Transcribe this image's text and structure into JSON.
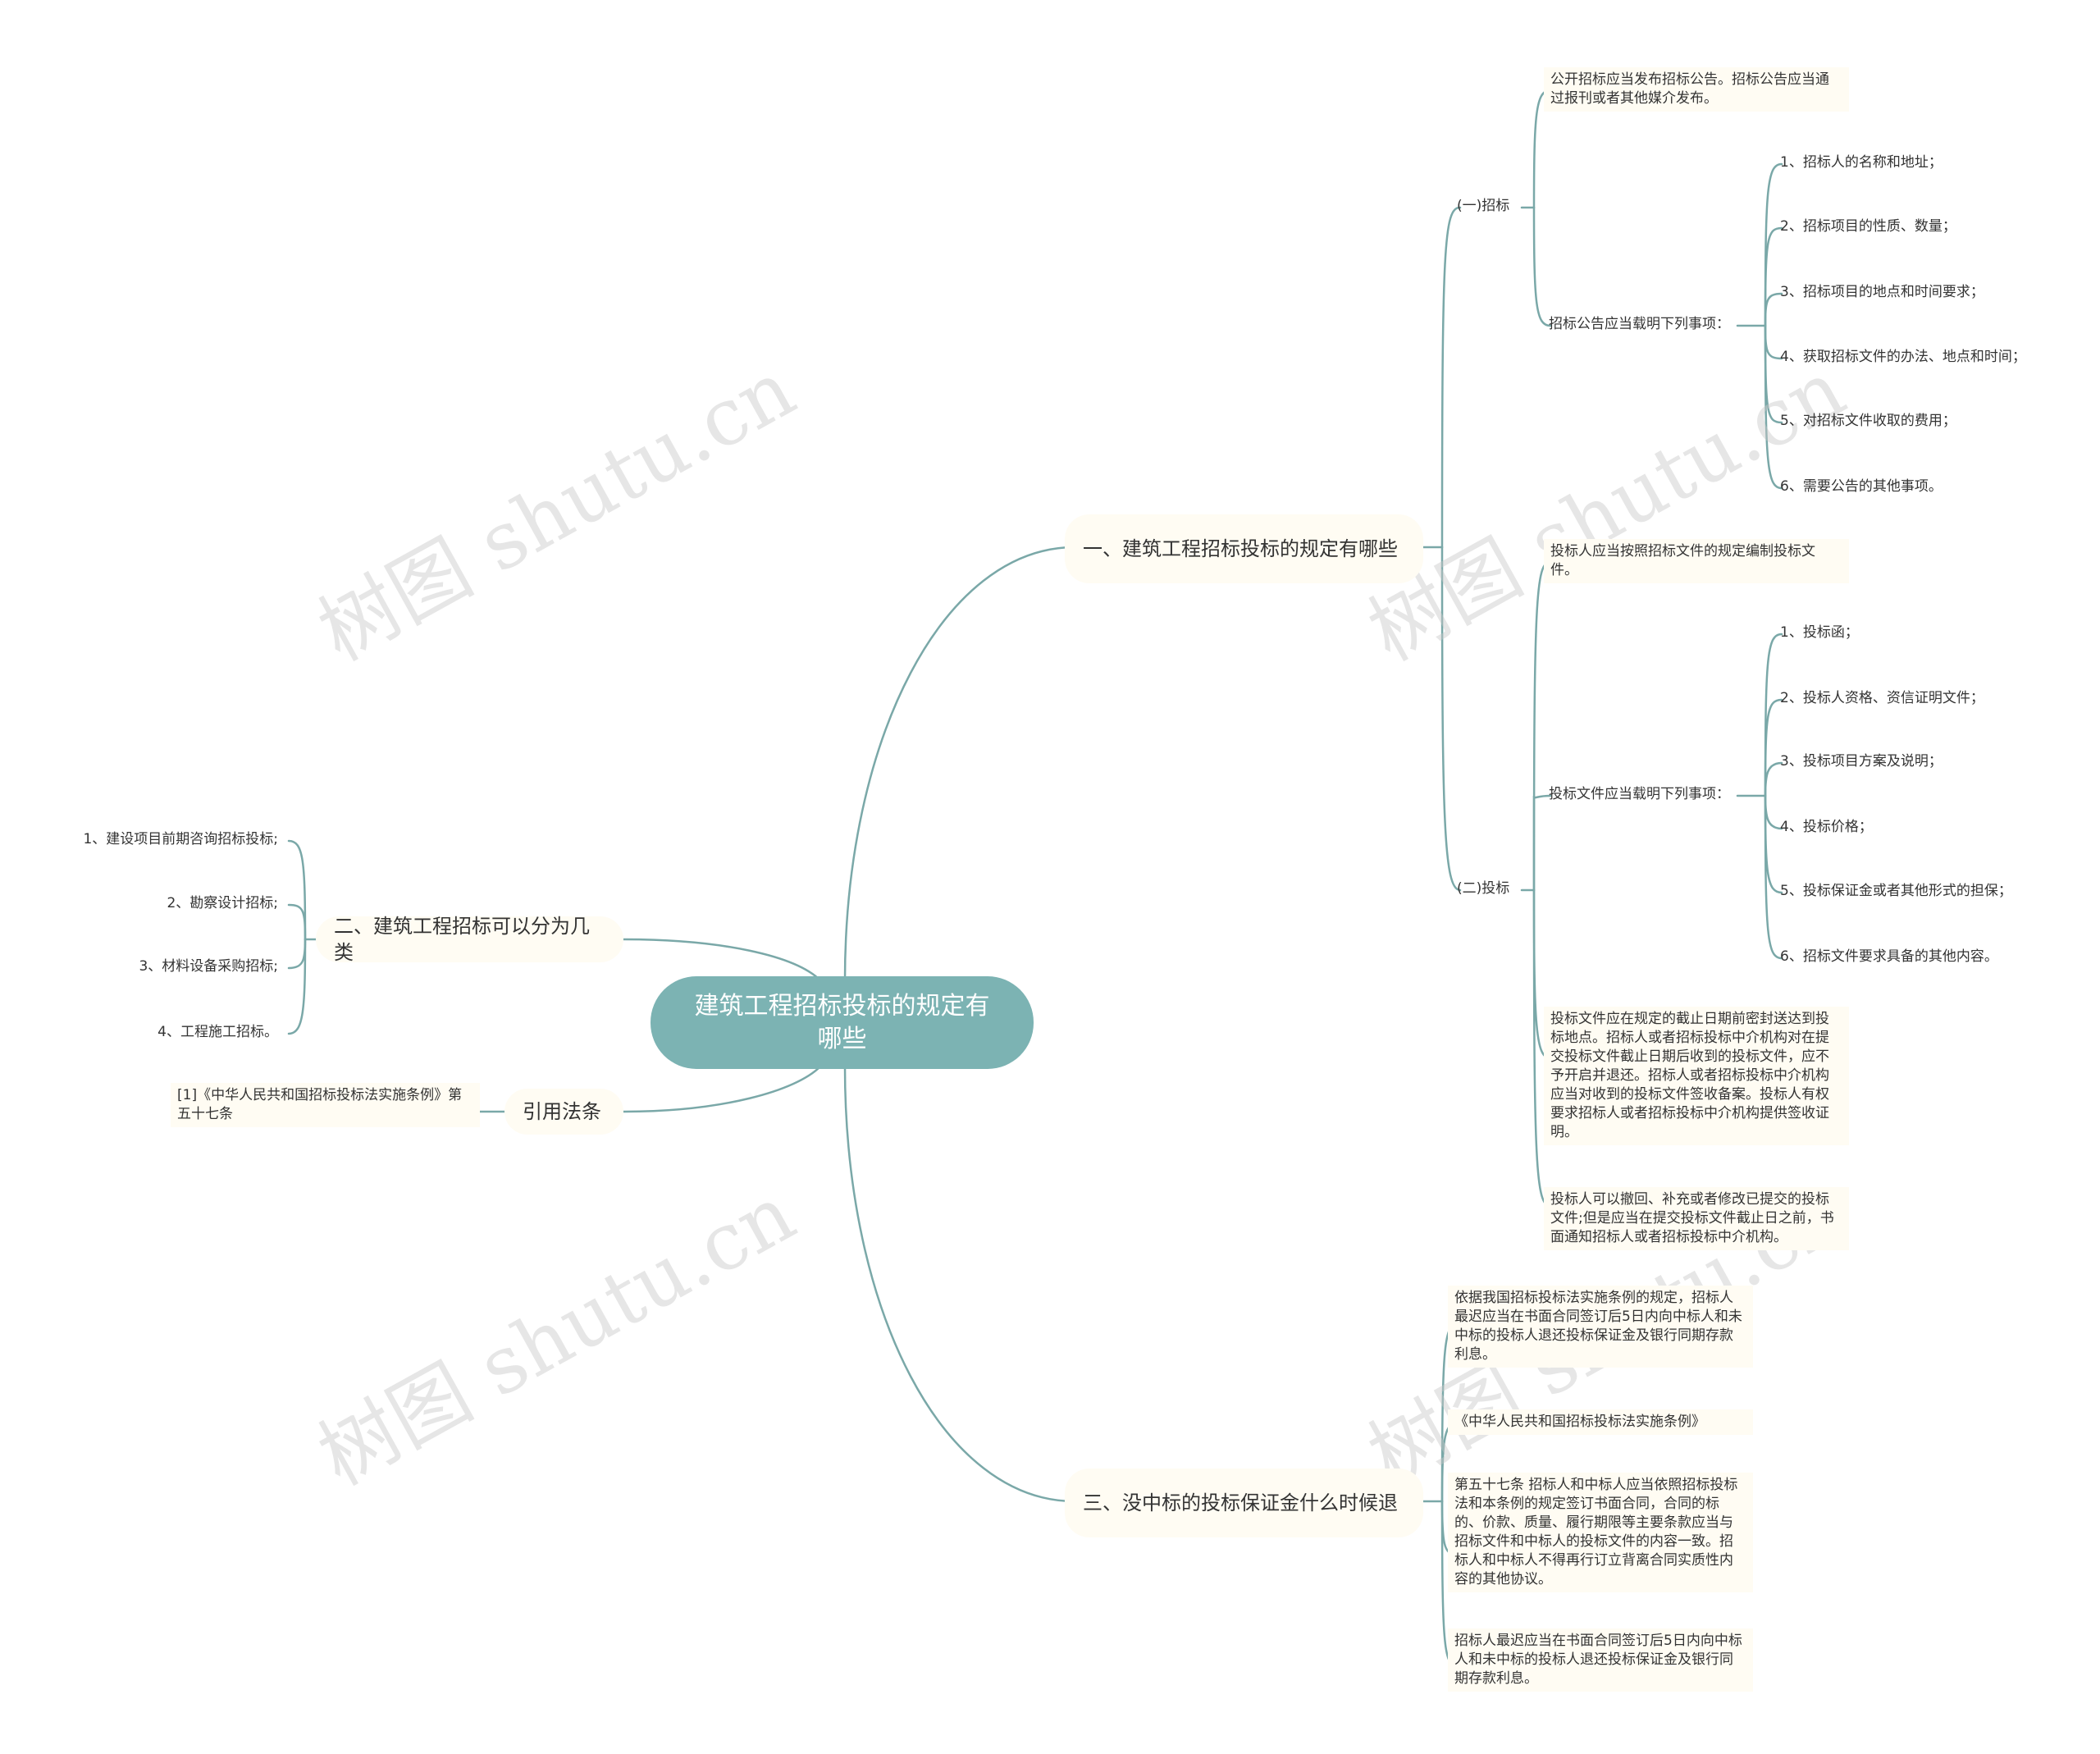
{
  "root": {
    "text": "建筑工程招标投标的规定有哪些"
  },
  "branch1": {
    "title": "一、建筑工程招标投标的规定有哪些",
    "zhaobiao": {
      "label": "(一)招标",
      "notice": "公开招标应当发布招标公告。招标公告应当通过报刊或者其他媒介发布。",
      "items_label": "招标公告应当载明下列事项：",
      "items": [
        "1、招标人的名称和地址；",
        "2、招标项目的性质、数量；",
        "3、招标项目的地点和时间要求；",
        "4、获取招标文件的办法、地点和时间；",
        "5、对招标文件收取的费用；",
        "6、需要公告的其他事项。"
      ]
    },
    "toubiao": {
      "label": "(二)投标",
      "prepare": "投标人应当按照招标文件的规定编制投标文件。",
      "items_label": "投标文件应当载明下列事项：",
      "items": [
        "1、投标函；",
        "2、投标人资格、资信证明文件；",
        "3、投标项目方案及说明；",
        "4、投标价格；",
        "5、投标保证金或者其他形式的担保；",
        "6、招标文件要求具备的其他内容。"
      ],
      "deadline": "投标文件应在规定的截止日期前密封送达到投标地点。招标人或者招标投标中介机构对在提交投标文件截止日期后收到的投标文件，应不予开启并退还。招标人或者招标投标中介机构应当对收到的投标文件签收备案。投标人有权要求招标人或者招标投标中介机构提供签收证明。",
      "withdraw": "投标人可以撤回、补充或者修改已提交的投标文件;但是应当在提交投标文件截止日之前，书面通知招标人或者招标投标中介机构。"
    }
  },
  "branch2": {
    "title": "二、建筑工程招标可以分为几类",
    "items": [
      "1、建设项目前期咨询招标投标;",
      "2、勘察设计招标;",
      "3、材料设备采购招标;",
      "4、工程施工招标。"
    ]
  },
  "branch3": {
    "title": "引用法条",
    "items": [
      "[1]《中华人民共和国招标投标法实施条例》第五十七条"
    ]
  },
  "branch4": {
    "title": "三、没中标的投标保证金什么时候退",
    "items": [
      "依据我国招标投标法实施条例的规定，招标人最迟应当在书面合同签订后5日内向中标人和未中标的投标人退还投标保证金及银行同期存款利息。",
      "《中华人民共和国招标投标法实施条例》",
      "第五十七条 招标人和中标人应当依照招标投标法和本条例的规定签订书面合同，合同的标的、价款、质量、履行期限等主要条款应当与招标文件和中标人的投标文件的内容一致。招标人和中标人不得再行订立背离合同实质性内容的其他协议。",
      "招标人最迟应当在书面合同签订后5日内向中标人和未中标的投标人退还投标保证金及银行同期存款利息。"
    ]
  },
  "watermark": {
    "text": "树图 shutu.cn"
  },
  "colors": {
    "line": "#7aa8a8",
    "root_bg": "#7cb3b3",
    "node_bg": "#fffcf3",
    "text": "#333333"
  }
}
